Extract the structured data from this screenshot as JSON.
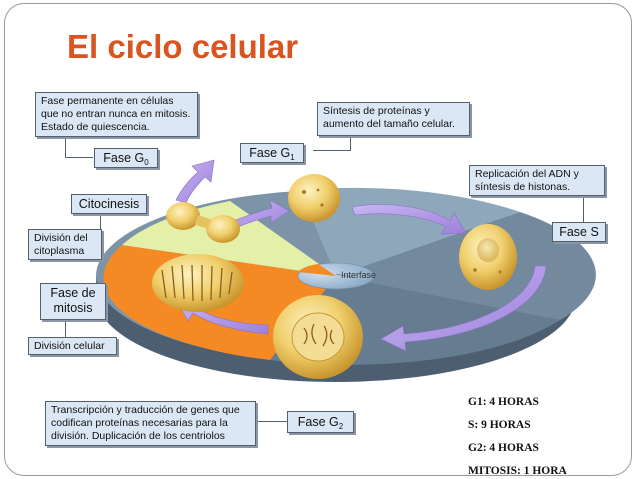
{
  "title": "El ciclo celular",
  "notes": {
    "quiescence": "Fase permanente en células que no entran nunca en mitosis. Estado de quiescencia.",
    "g1": "Síntesis de proteínas y aumento del tamaño celular.",
    "s": "Replicación del ADN y síntesis de histonas.",
    "cytoplasm": "División del citoplasma",
    "cell_division": "División celular",
    "g2": "Transcripción y traducción de genes que codifican proteínas necesarias para la división. Duplicación de los centriolos"
  },
  "phases": {
    "g0": {
      "name": "Fase G",
      "sub": "0"
    },
    "g1": {
      "name": "Fase G",
      "sub": "1"
    },
    "g2": {
      "name": "Fase G",
      "sub": "2"
    },
    "s": "Fase S",
    "citocinesis": "Citocinesis",
    "mitosis": "Fase de mitosis",
    "interfase": "Interfase"
  },
  "durations": [
    "G1: 4 HORAS",
    "S: 9 HORAS",
    "G2: 4 HORAS",
    "MITOSIS: 1 HORA"
  ],
  "colors": {
    "title": "#d9541e",
    "disc_top": "#7d94a8",
    "mitosis_sector": "#f58a25",
    "cytokinesis_sector": "#e4f0a8",
    "arrow": "#a98fe0",
    "label_box": "#dbe7f4"
  }
}
